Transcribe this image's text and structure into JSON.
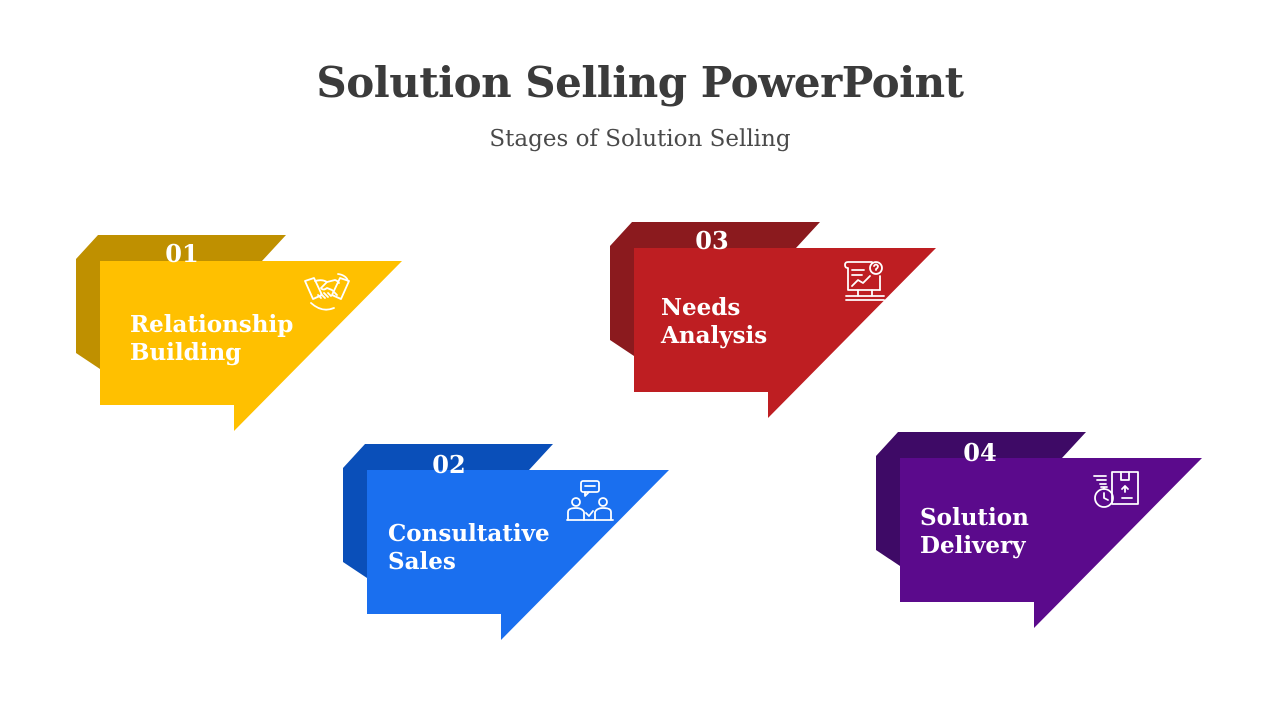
{
  "title": "Solution Selling PowerPoint",
  "subtitle": "Stages of Solution Selling",
  "stages": [
    {
      "number": "01",
      "line1": "Relationship",
      "line2": "Building",
      "icon": "handshake-icon",
      "color_main": "#FFC000",
      "color_dark": "#BF9000"
    },
    {
      "number": "02",
      "line1": "Consultative",
      "line2": "Sales",
      "icon": "consultation-icon",
      "color_main": "#1A6FEF",
      "color_dark": "#0A4FB9"
    },
    {
      "number": "03",
      "line1": "Needs",
      "line2": "Analysis",
      "icon": "analysis-report-icon",
      "color_main": "#BE1E22",
      "color_dark": "#8B1A1E"
    },
    {
      "number": "04",
      "line1": "Solution",
      "line2": "Delivery",
      "icon": "delivery-box-icon",
      "color_main": "#5B0A8C",
      "color_dark": "#3E0A66"
    }
  ]
}
